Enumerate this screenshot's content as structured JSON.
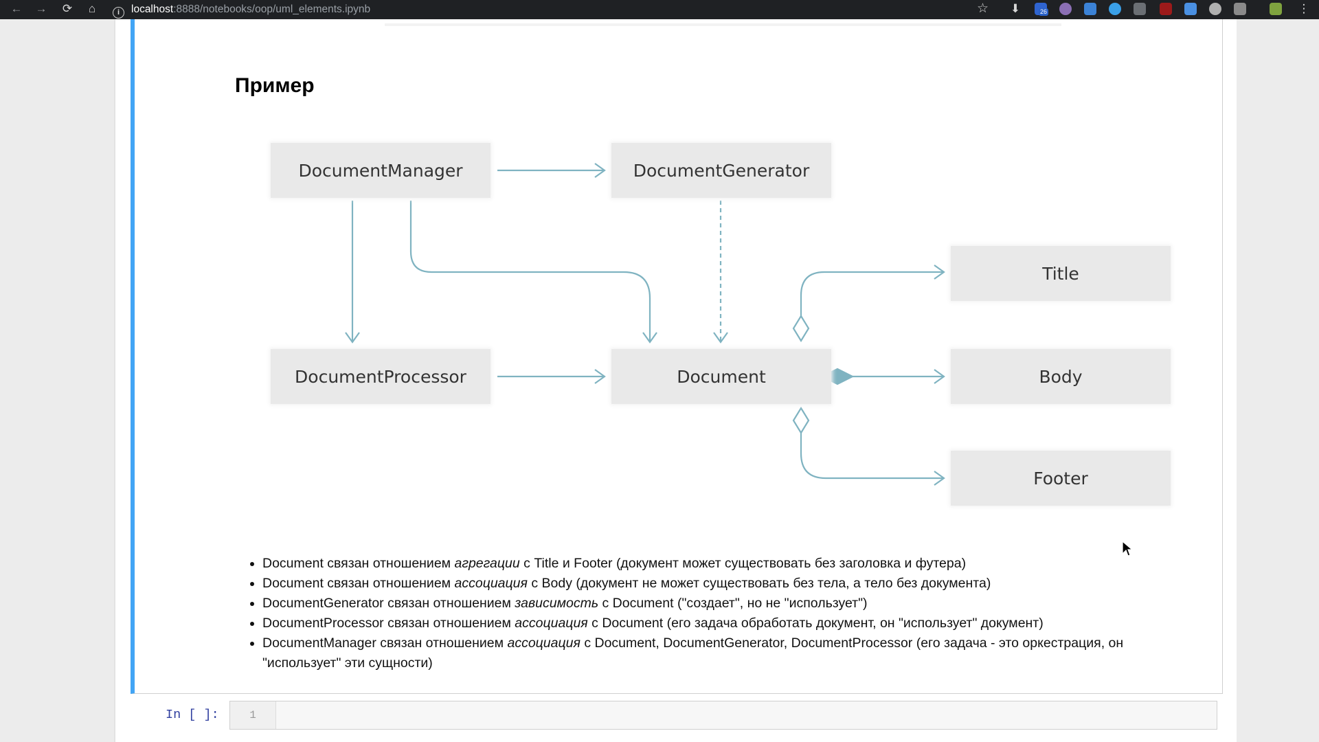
{
  "browser": {
    "url_host": "localhost",
    "url_path": ":8888/notebooks/oop/uml_elements.ipynb",
    "ext_badge": "26",
    "nav": {
      "back": "←",
      "forward": "→",
      "reload": "⟳",
      "home": "⌂",
      "star": "☆"
    }
  },
  "notebook": {
    "heading": "Пример",
    "diagram": {
      "boxes": {
        "manager": "DocumentManager",
        "generator": "DocumentGenerator",
        "processor": "DocumentProcessor",
        "document": "Document",
        "title": "Title",
        "body": "Body",
        "footer": "Footer"
      }
    },
    "notes": [
      {
        "pre": "Document связан отношением ",
        "em": "агрегации",
        "post": " с Title и Footer (документ может существовать без заголовка и футера)"
      },
      {
        "pre": "Document связан отношением ",
        "em": "ассоциация",
        "post": " с Body (документ не может существовать без тела, а тело без документа)"
      },
      {
        "pre": "DocumentGenerator связан отношением ",
        "em": "зависимость",
        "post": " с Document (\"создает\", но не \"использует\")"
      },
      {
        "pre": "DocumentProcessor связан отношением ",
        "em": "ассоциация",
        "post": " с Document (его задача обработать документ, он \"использует\" документ)"
      },
      {
        "pre": "DocumentManager связан отношением ",
        "em": "ассоциация",
        "post": " с Document, DocumentGenerator, DocumentProcessor (его задача - это оркестрация, он \"использует\" эти сущности)"
      }
    ],
    "input_prompt": "In [ ]:",
    "line_number": "1"
  },
  "colors": {
    "accent": "#42a5f5",
    "connector": "#7fb3c1",
    "box": "#e9e9e9"
  }
}
